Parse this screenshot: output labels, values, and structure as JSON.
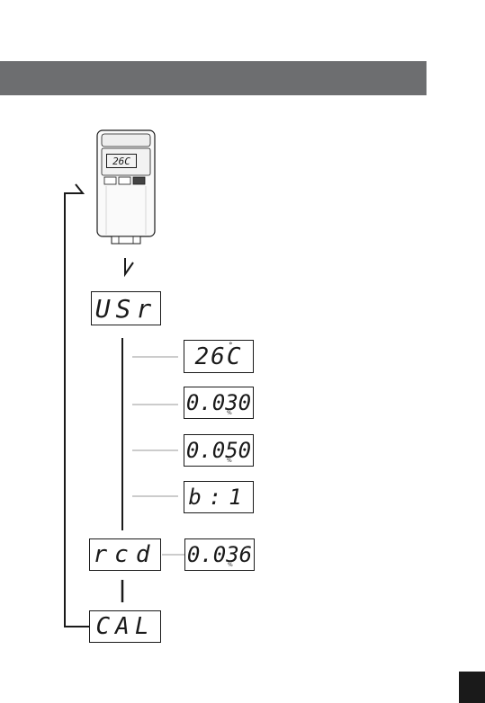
{
  "device": {
    "display_reading": "26C"
  },
  "displays": {
    "usr": "USr",
    "rcd": "rcd",
    "cal": "CAL",
    "temp": "26C",
    "temp_unit": "°",
    "val_030": "0.030",
    "val_050": "0.050",
    "val_b1": "b:1",
    "val_036": "0.036",
    "pct_symbol": "%"
  },
  "colors": {
    "header_band": "#6d6e70",
    "line": "#1a1a1a",
    "connector": "#999999",
    "corner_tab": "#1a1a1a"
  }
}
